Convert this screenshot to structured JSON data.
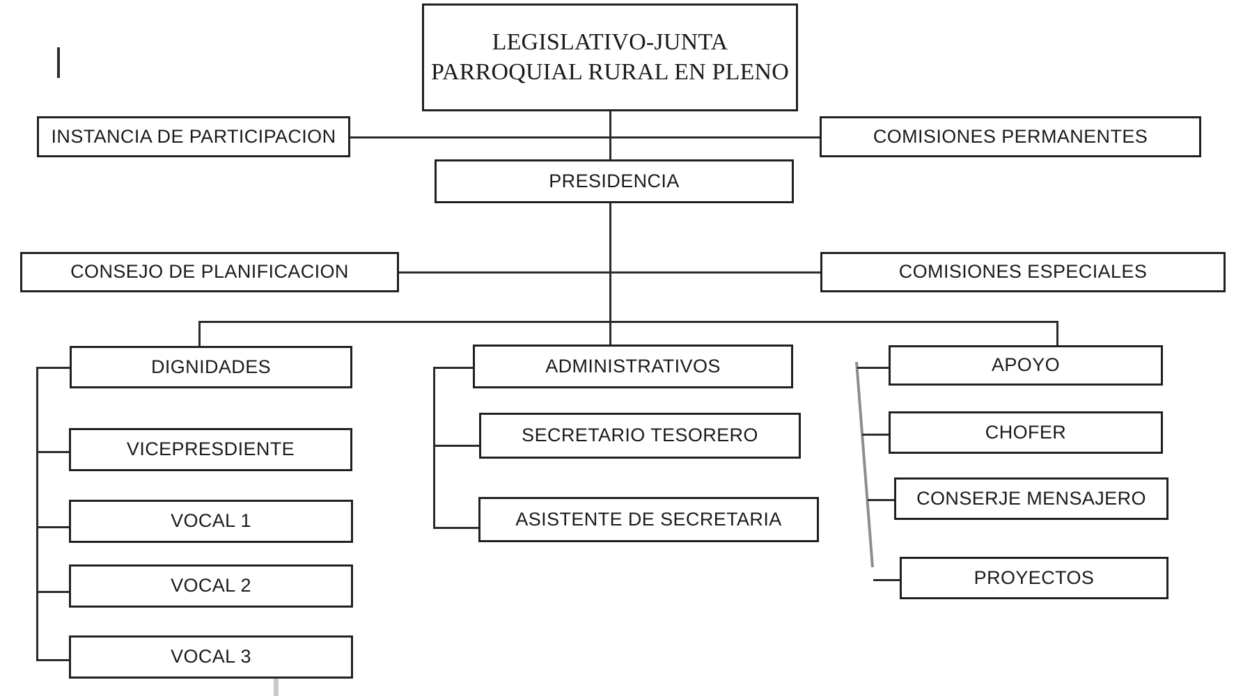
{
  "diagram": {
    "title_node": "LEGISLATIVO-JUNTA PARROQUIAL RURAL EN PLENO",
    "nodes": {
      "pleno": "LEGISLATIVO-JUNTA PARROQUIAL RURAL EN PLENO",
      "instancia_participacion": "INSTANCIA DE PARTICIPACION",
      "comisiones_permanentes": "COMISIONES PERMANENTES",
      "presidencia": "PRESIDENCIA",
      "consejo_planificacion": "CONSEJO DE PLANIFICACION",
      "comisiones_especiales": "COMISIONES ESPECIALES",
      "dignidades": "DIGNIDADES",
      "vicepresidente": "VICEPRESDIENTE",
      "vocal_1": "VOCAL 1",
      "vocal_2": "VOCAL 2",
      "vocal_3": "VOCAL 3",
      "administrativos": "ADMINISTRATIVOS",
      "secretario_tesorero": "SECRETARIO TESORERO",
      "asistente_secretaria": "ASISTENTE DE SECRETARIA",
      "apoyo": "APOYO",
      "chofer": "CHOFER",
      "conserje_mensajero": "CONSERJE MENSAJERO",
      "proyectos": "PROYECTOS"
    },
    "colors": {
      "box_border": "#231f20",
      "connector": "#2b2b2b",
      "connector_soft": "#8d8d8d",
      "text": "#1a1a1a",
      "background": "#ffffff",
      "caret": "#2e2e2e",
      "caret_faint": "#c9c9c9"
    }
  }
}
